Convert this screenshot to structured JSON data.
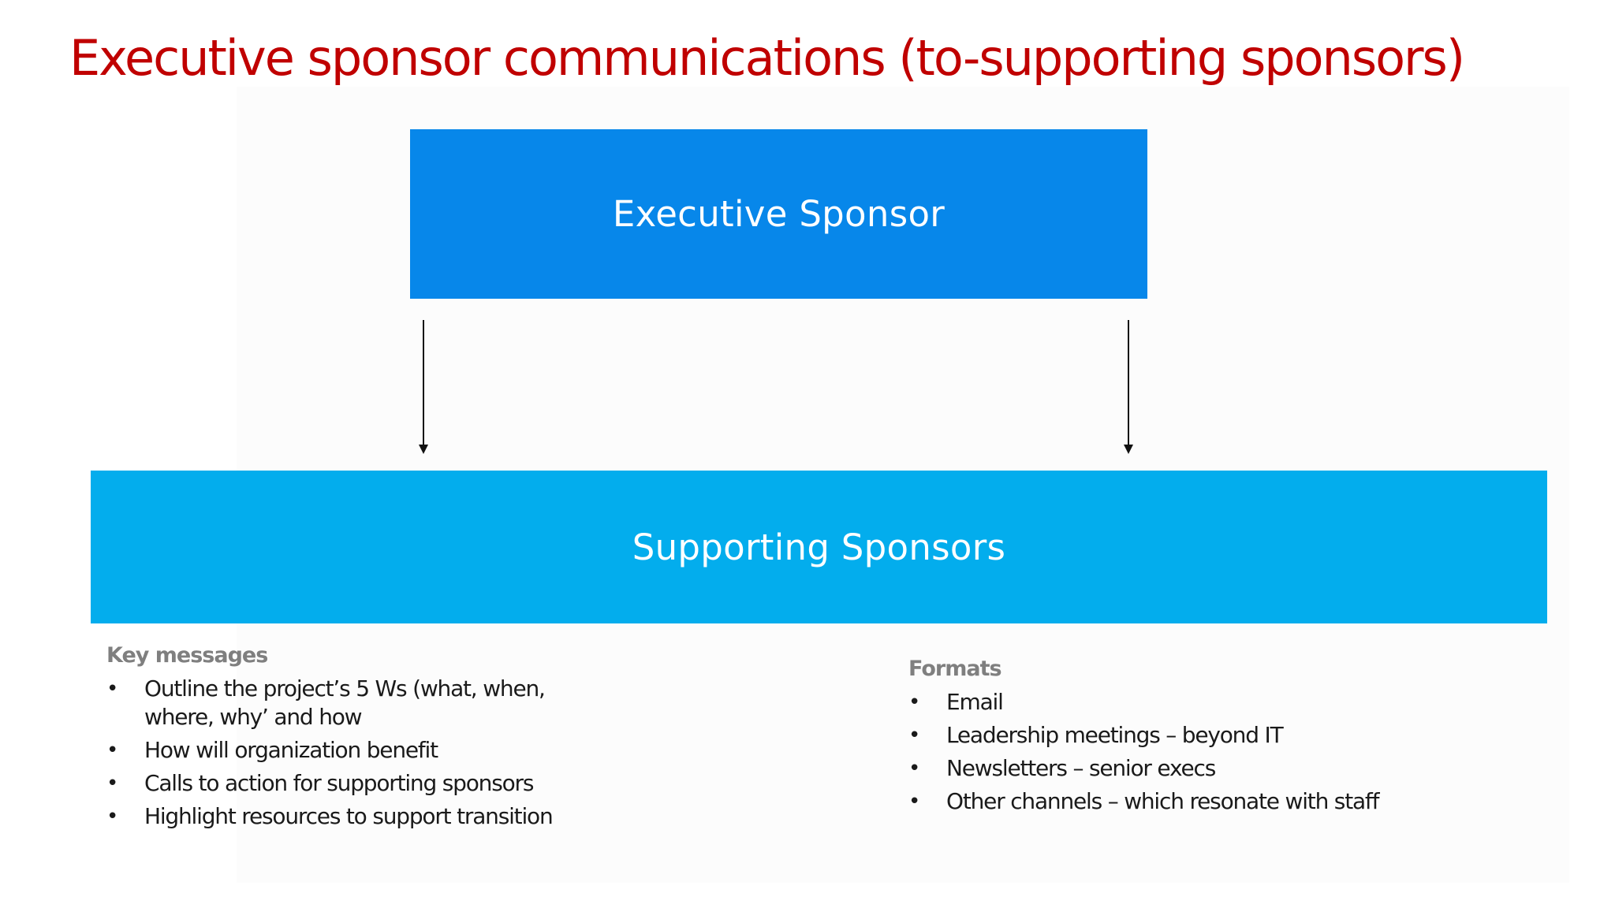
{
  "slide": {
    "title": "Executive sponsor communications (to-supporting sponsors)"
  },
  "diagram": {
    "top_box": {
      "label": "Executive Sponsor",
      "color": "#0787ea"
    },
    "bottom_box": {
      "label": "Supporting Sponsors",
      "color": "#03aded"
    },
    "title_color": "#c00000"
  },
  "key_messages": {
    "heading": "Key messages",
    "items": [
      "Outline the project’s 5 Ws (what, when, where, why’ and how",
      "How will organization benefit",
      "Calls to action for supporting sponsors",
      "Highlight resources to support transition"
    ]
  },
  "formats": {
    "heading": "Formats",
    "items": [
      "Email",
      "Leadership meetings – beyond IT",
      "Newsletters – senior execs",
      "Other channels – which resonate with staff"
    ]
  },
  "bullet_glyph": "•"
}
